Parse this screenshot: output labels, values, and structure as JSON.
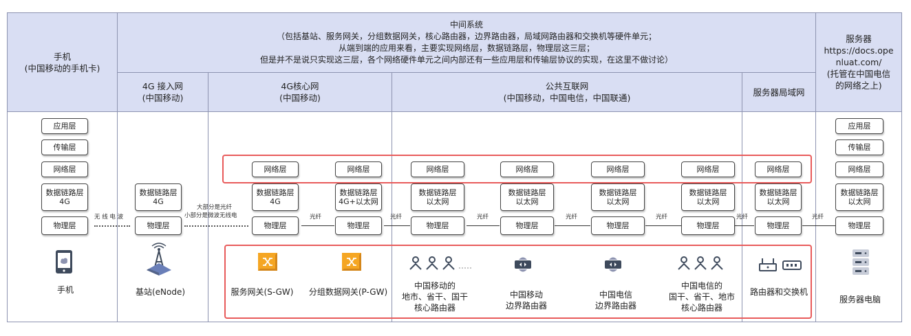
{
  "header": {
    "phone": "手机\n(中国移动的手机卡)",
    "middle_system": "中间系统\n（包括基站、服务网关，分组数据网关，核心路由器，边界路由器，局域网路由器和交换机等硬件单元；\n从端到端的应用来看，主要实现网络层，数据链路层，物理层这三层；\n但是并不是说只实现这三层，各个网络硬件单元之间内部还有一些应用层和传输层协议的实现，在这里不做讨论）",
    "server": "服务器\nhttps://docs.ope\nnluat.com/\n(托管在中国电信\n的网络之上)",
    "sub_4g_access": "4G 接入网\n(中国移动)",
    "sub_4g_core": "4G核心网\n(中国移动)",
    "sub_public_internet": "公共互联网\n(中国移动，中国电信，中国联通)",
    "sub_server_lan": "服务器局域网"
  },
  "layers": {
    "app": "应用层",
    "transport": "传输层",
    "network": "网络层",
    "datalink_4g": "数据链路层\n4G",
    "datalink_4g_eth": "数据链路层\n4G+以太网",
    "datalink_eth": "数据链路层\n以太网",
    "physical": "物理层"
  },
  "links": {
    "wireless": "无 线 电 波",
    "mostly_fiber": "大部分是光纤",
    "some_microwave": "小部分是微波无线电",
    "fiber": "光纤"
  },
  "devices": {
    "phone": "手机",
    "base_station": "基站(eNode)",
    "sgw": "服务网关(S-GW)",
    "pgw": "分组数据网关(P-GW)",
    "cm_core": "中国移动的\n地市、省干、国干\n核心路由器",
    "cm_border": "中国移动\n边界路由器",
    "ct_border": "中国电信\n边界路由器",
    "ct_core": "中国电信的\n国干、省干、地市\n核心路由器",
    "router_switch": "路由器和交换机",
    "server_pc": "服务器电脑"
  },
  "colors": {
    "header_bg": "#d9def3",
    "highlight": "#e85a5a",
    "gateway": "#f5a623",
    "router": "#3e4a5c"
  }
}
